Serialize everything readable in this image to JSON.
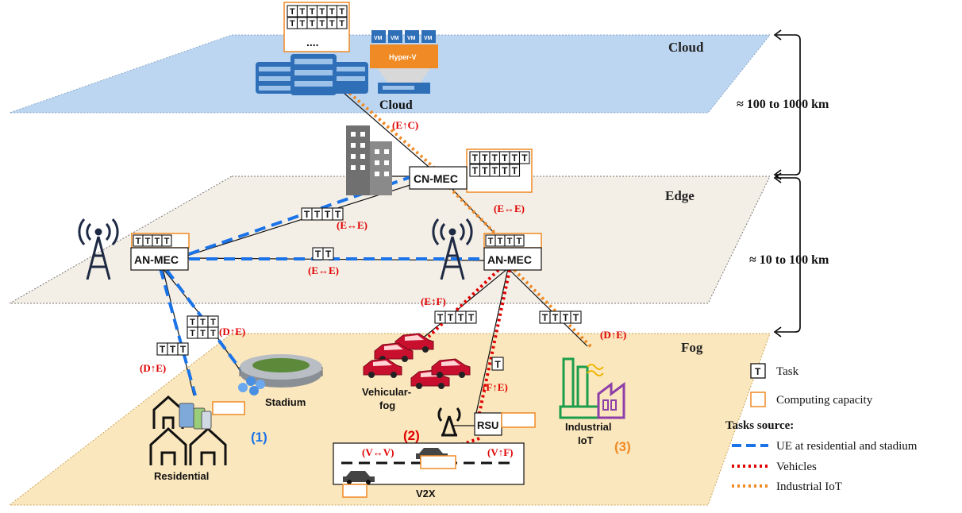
{
  "layers": {
    "cloud_title": "Cloud",
    "edge_title": "Edge",
    "fog_title": "Fog",
    "distance_cloud_edge": "≈ 100 to 1000 km",
    "distance_edge_fog": "≈ 10 to 100 km"
  },
  "cloud": {
    "label": "Cloud",
    "vm_labels": [
      "VM",
      "VM",
      "VM",
      "VM"
    ],
    "hypervisor": "Hyper-V",
    "ellipsis": "....",
    "task_rows": [
      [
        "T",
        "T",
        "T",
        "T",
        "T",
        "T"
      ],
      [
        "T",
        "T",
        "T",
        "T",
        "T",
        "T"
      ]
    ]
  },
  "nodes": {
    "cn_mec": "CN-MEC",
    "an_mec_left": "AN-MEC",
    "an_mec_right": "AN-MEC",
    "rsu": "RSU",
    "stadium": "Stadium",
    "residential": "Residential",
    "vehicular_fog": "Vehicular-\nfog",
    "industrial_iot": "Industrial\nIoT",
    "v2x": "V2X"
  },
  "cn_mec_tasks": [
    [
      "T",
      "T",
      "T",
      "T",
      "T",
      "T"
    ],
    [
      "T",
      "T",
      "T",
      "T",
      "T"
    ]
  ],
  "link_labels": {
    "e_c": "(E↑C)",
    "e_e_cn_right": "(E↔E)",
    "e_e_cn_left": "(E↔E)",
    "e_e_an": "(E↔E)",
    "e_f": "(E↕F)",
    "d_e_stadium": "(D↑E)",
    "d_e_residential": "(D↑E)",
    "d_e_iot": "(D↑E)",
    "f_e": "(F↑E)",
    "v_v": "(V↔V)",
    "v_f": "(V↑F)"
  },
  "scenario_numbers": {
    "one": "(1)",
    "two": "(2)",
    "three": "(3)"
  },
  "task_letter": "T",
  "legend": {
    "task": "Task",
    "computing": "Computing capacity",
    "sources_title": "Tasks source:",
    "items": [
      {
        "label": "UE at residential and stadium",
        "color": "#1a73e8",
        "style": "dash"
      },
      {
        "label": "Vehicles",
        "color": "#e00000",
        "style": "dot"
      },
      {
        "label": "Industrial IoT",
        "color": "#f08a24",
        "style": "dot"
      }
    ]
  },
  "colors": {
    "ue": "#1a73e8",
    "vehicles": "#e00000",
    "iot": "#f08a24",
    "capacity": "#f08a24",
    "cloud_plane": "#bcd6f2",
    "edge_plane": "#f4efe6",
    "fog_plane": "#fbe7bd"
  }
}
